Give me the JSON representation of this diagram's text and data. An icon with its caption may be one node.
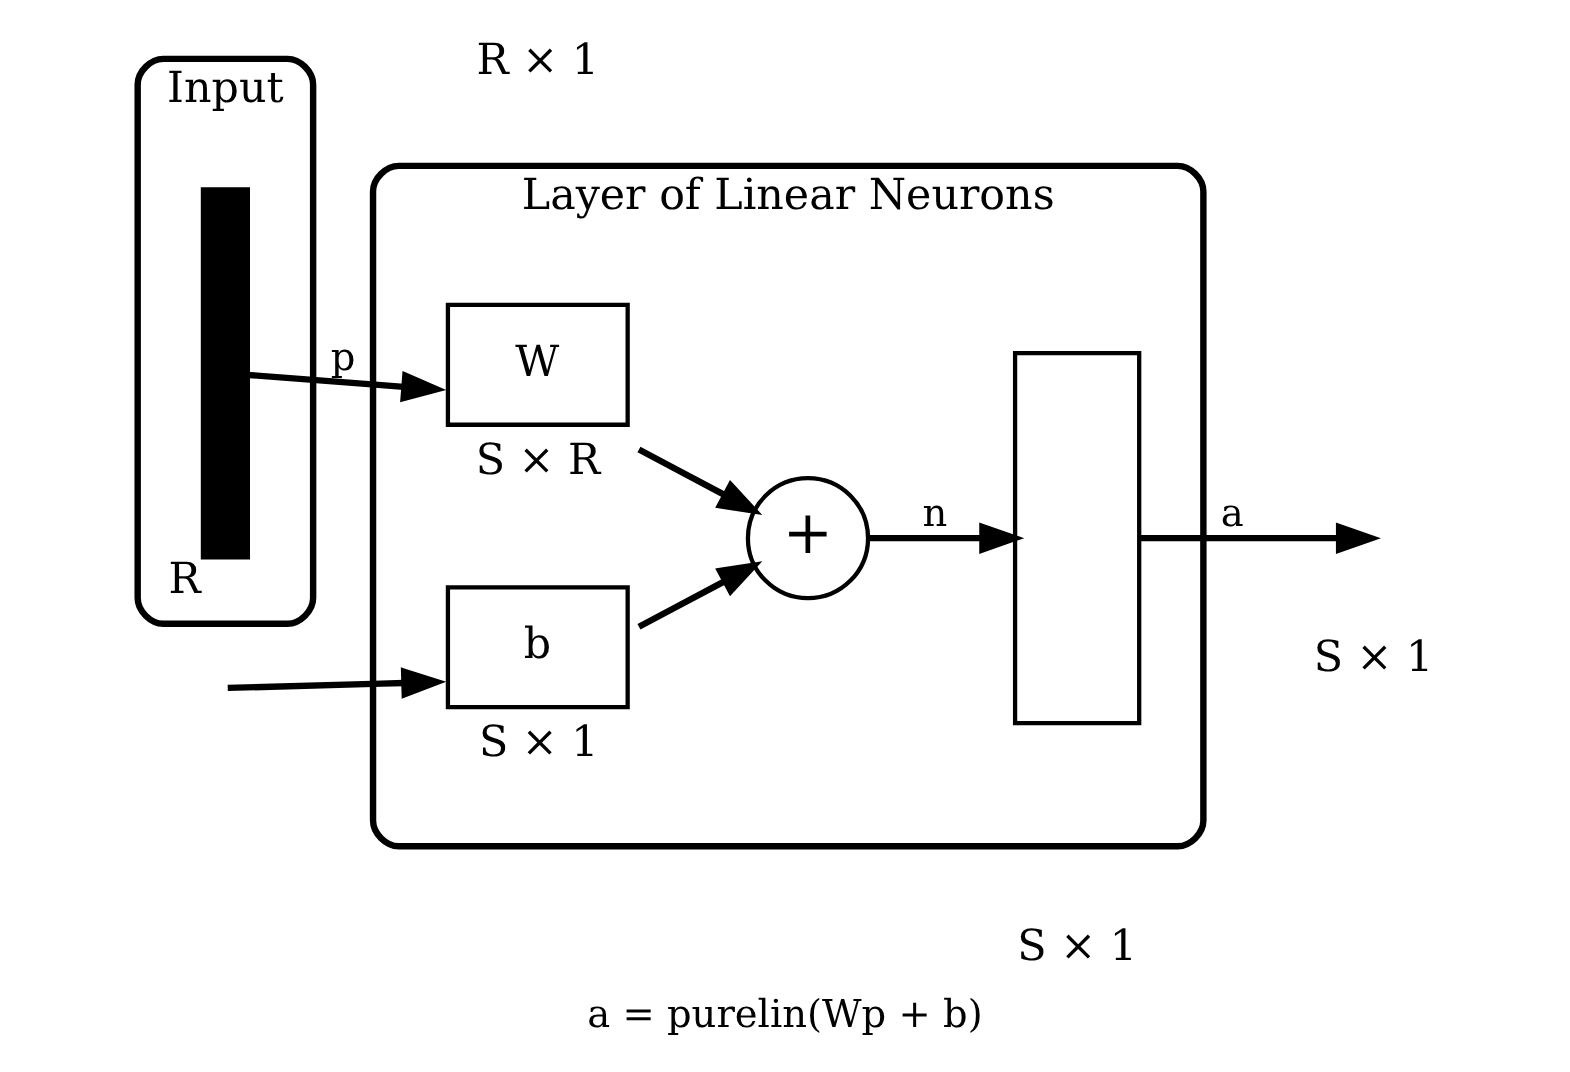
{
  "diagram": {
    "caption": "a = purelin(Wp + b)",
    "nodes": [
      {
        "text": [
          "Input"
        ]
      },
      {
        "text": [],
        "shape": "bar",
        "in": 0,
        "beside": [
          "R"
        ]
      },
      {
        "text": [
          "Layer of Linear Neurons"
        ]
      },
      {
        "text": [
          "W"
        ],
        "in": 2,
        "beside": [
          "S × R"
        ]
      },
      {
        "text": [
          "b"
        ],
        "in": 2,
        "beside": [
          "S × 1"
        ]
      },
      {
        "text": [
          "+"
        ],
        "in": 2
      },
      {
        "text": [],
        "shape": "box",
        "in": 2
      }
    ],
    "edges": [
      {
        "from": 1,
        "to": 3,
        "arrow": "to",
        "label": "p"
      },
      {
        "from": null,
        "to": 4,
        "arrow": "to"
      },
      {
        "from": 3,
        "to": 5,
        "arrow": "to"
      },
      {
        "from": 4,
        "to": 5,
        "arrow": "to"
      },
      {
        "from": 5,
        "to": 6,
        "arrow": "to",
        "label": "n"
      },
      {
        "from": 6,
        "to": null,
        "arrow": "to",
        "label": "a"
      }
    ],
    "labels": [
      "R × 1",
      "S × 1",
      "S × 1"
    ]
  }
}
